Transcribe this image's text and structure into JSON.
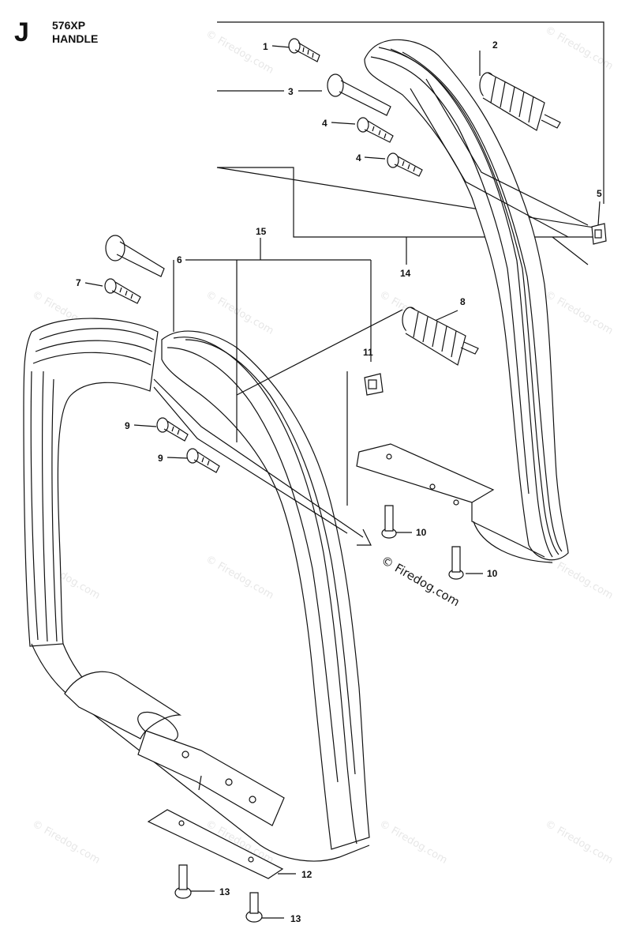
{
  "header": {
    "letter": "J",
    "model": "576XP",
    "title": "HANDLE"
  },
  "callouts": {
    "c1": "1",
    "c2": "2",
    "c3": "3",
    "c4a": "4",
    "c4b": "4",
    "c5": "5",
    "c6": "6",
    "c7": "7",
    "c8": "8",
    "c9a": "9",
    "c9b": "9",
    "c10a": "10",
    "c10b": "10",
    "c11": "11",
    "c12": "12",
    "c13a": "13",
    "c13b": "13",
    "c14": "14",
    "c15": "15"
  },
  "watermark": {
    "text": "© Firedog.com",
    "center_text": "© Firedog.com"
  },
  "colors": {
    "ink": "#111111",
    "watermark": "#e7e7e7"
  }
}
